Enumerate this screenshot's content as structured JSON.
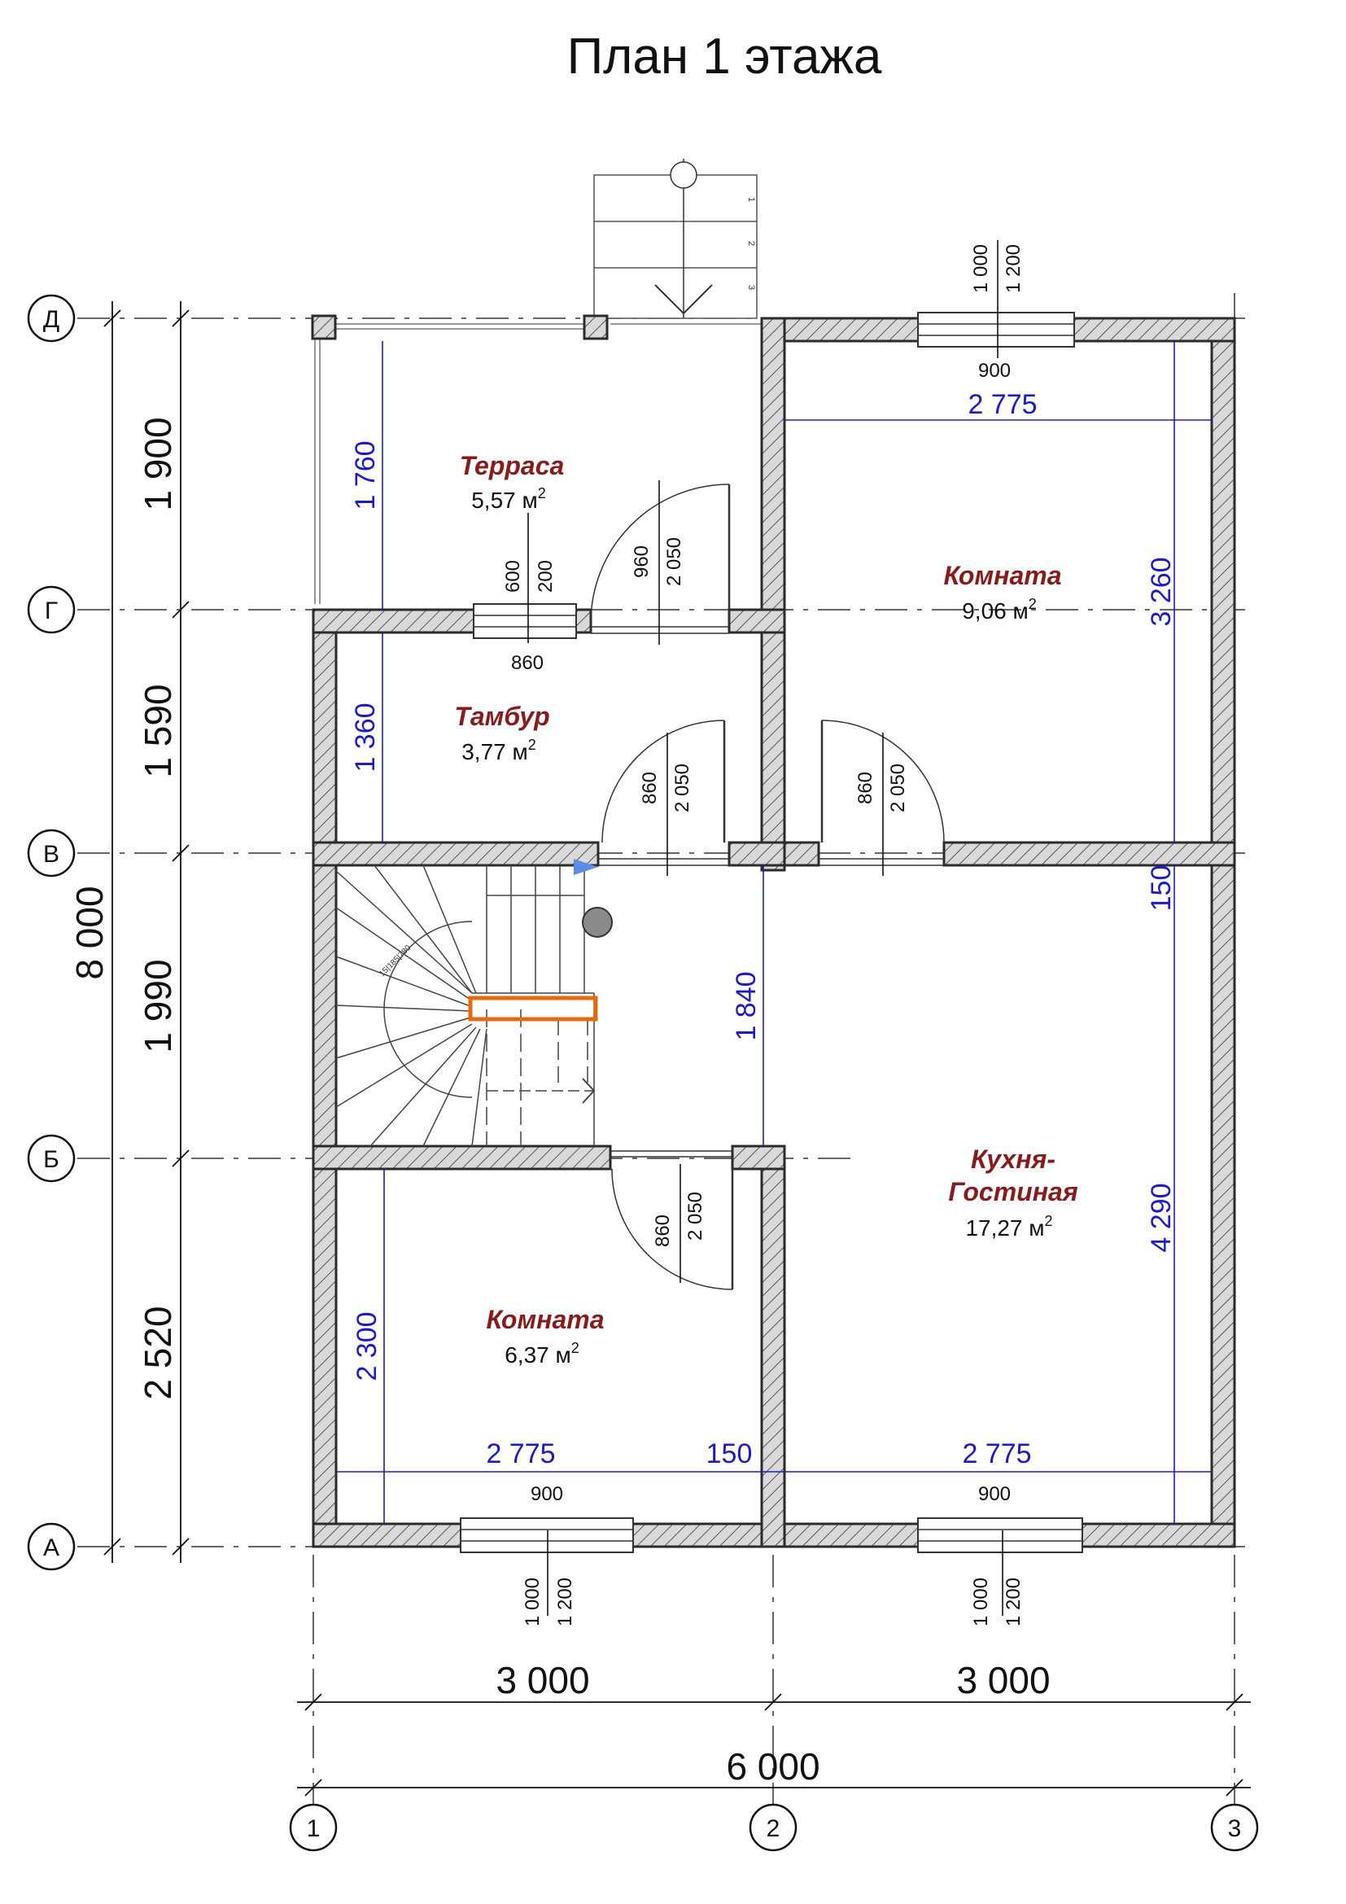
{
  "title": "План 1 этажа",
  "axes": {
    "rows": [
      "Д",
      "Г",
      "В",
      "Б",
      "А"
    ],
    "cols": [
      "1",
      "2",
      "3"
    ]
  },
  "rooms": [
    {
      "name": "Терраса",
      "area": "5,57 м",
      "sup": "2"
    },
    {
      "name": "Комната",
      "area": "9,06 м",
      "sup": "2"
    },
    {
      "name": "Тамбур",
      "area": "3,77 м",
      "sup": "2"
    },
    {
      "name": "Кухня-",
      "name2": "Гостиная",
      "area": "17,27 м",
      "sup": "2"
    },
    {
      "name": "Комната",
      "area": "6,37 м",
      "sup": "2"
    }
  ],
  "dims_left": {
    "total": "8 000",
    "segments": [
      "1 900",
      "1 590",
      "1 990",
      "2 520"
    ]
  },
  "dims_bottom": {
    "segments": [
      "3 000",
      "3 000"
    ],
    "total": "6 000"
  },
  "dims_inner": {
    "terrace_h": "1 760",
    "room1_w": "2 775",
    "room1_h": "3 260",
    "tambur_h": "1 360",
    "kitchen_h": "4 290",
    "wall_150_vert": "150",
    "hall_h": "1 840",
    "room2_h": "2 300",
    "room2_w": "2 775",
    "wall_150_horiz": "150",
    "kitchen_w": "2 775"
  },
  "windows": {
    "top_right": {
      "w": "900",
      "h1": "1 000",
      "h2": "1 200"
    },
    "terrace": {
      "w": "860",
      "h1": "600",
      "h2": "200"
    },
    "bottom_left": {
      "w": "900",
      "h1": "1 000",
      "h2": "1 200"
    },
    "bottom_right": {
      "w": "900",
      "h1": "1 000",
      "h2": "1 200"
    }
  },
  "doors": {
    "terrace": {
      "w": "960",
      "h": "2 050"
    },
    "tambur": {
      "w": "860",
      "h": "2 050"
    },
    "room1": {
      "w": "860",
      "h": "2 050"
    },
    "room2": {
      "w": "860",
      "h": "2 050"
    }
  },
  "stairs": {
    "entry_steps": [
      "1",
      "2",
      "3"
    ],
    "winder_label": "15|185|780"
  },
  "colors": {
    "wall_fill": "#d8d8d8",
    "wall_stroke": "#2b2b2b",
    "dim_blue": "#1a1ad6",
    "room_name": "#8b1a1a",
    "orange": "#e8680c"
  }
}
